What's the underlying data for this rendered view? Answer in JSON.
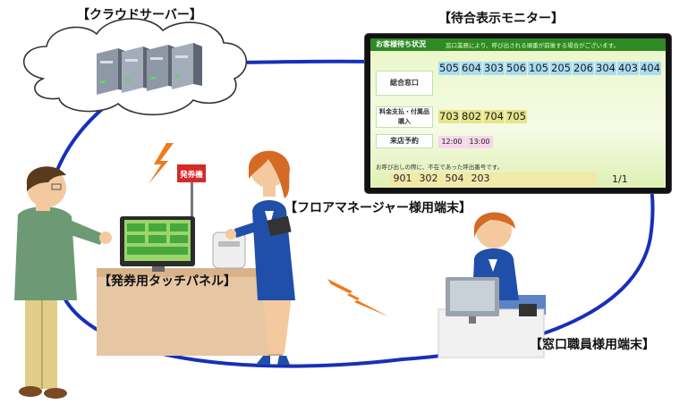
{
  "labels": {
    "cloud_server": "【クラウドサーバー】",
    "waiting_monitor": "【待合表示モニター】",
    "floor_manager": "【フロアマネージャー様用端末】",
    "touch_panel": "【発券用タッチパネル】",
    "window_staff": "【窓口職員様用端末】"
  },
  "monitor": {
    "title": "お客様待ち状況",
    "notice": "窓口業務により、呼び出される順番が前後する場合がございます。",
    "rows": [
      {
        "label": "総合窓口",
        "numbers": [
          "505",
          "604",
          "303",
          "506",
          "105",
          "205",
          "206",
          "304",
          "403",
          "404"
        ]
      },
      {
        "label": "料金支払・付属品購入",
        "numbers": [
          "703",
          "802",
          "704",
          "705"
        ]
      },
      {
        "label": "来店予約",
        "numbers": [
          "12:00",
          "13:00"
        ]
      }
    ],
    "recall_description": "お呼び出しの際に、不在であった呼出番号です。",
    "recall_numbers": [
      "901",
      "302",
      "504",
      "203"
    ],
    "page": "1/1"
  },
  "ticket_machine": {
    "sign": "発券機"
  },
  "colors": {
    "network_line": "#1730b8",
    "lightning": "#f07a1c",
    "suit": "#1f4fa8",
    "desk": "#e7c6a4"
  }
}
